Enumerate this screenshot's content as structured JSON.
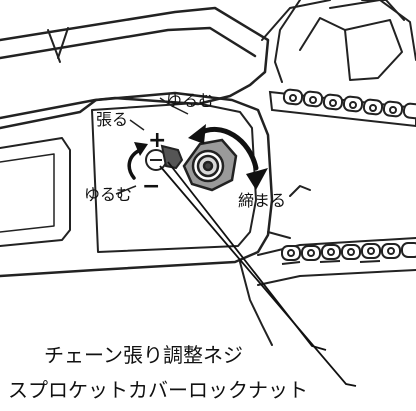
{
  "labels": {
    "tighten_upper": "張る",
    "loosen_upper": "ゆるむ",
    "loosen_lower": "ゆるむ",
    "tighten_nut": "締まる",
    "plus_sign": "+",
    "minus_sign": "−"
  },
  "callouts": {
    "tension_screw": "チェーン張り調整ネジ",
    "sprocket_nut": "スプロケットカバーロックナット"
  }
}
